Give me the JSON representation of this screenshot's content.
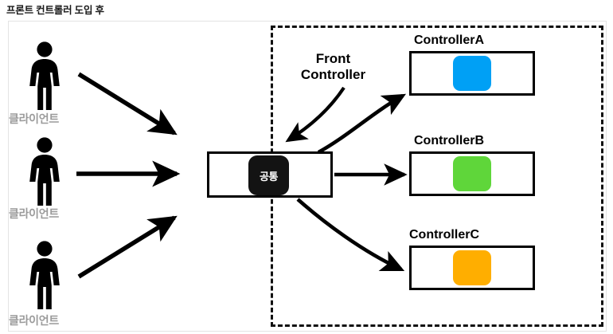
{
  "title": "프론트 컨트롤러 도입 후",
  "clients": [
    {
      "label": "클라이언트",
      "icon": "person-icon"
    },
    {
      "label": "클라이언트",
      "icon": "person-icon"
    },
    {
      "label": "클라이언트",
      "icon": "person-icon"
    }
  ],
  "front_controller": {
    "annotation_line1": "Front",
    "annotation_line2": "Controller",
    "chip_label": "공통",
    "chip_color": "#131313",
    "box_border_color": "#000000"
  },
  "server_region": {
    "border_style": "dashed",
    "border_color": "#111111"
  },
  "controllers": [
    {
      "title": "ControllerA",
      "chip_color": "#00A0F5"
    },
    {
      "title": "ControllerB",
      "chip_color": "#5FD63A"
    },
    {
      "title": "ControllerC",
      "chip_color": "#FFAE00"
    }
  ],
  "colors": {
    "client_label": "#9b9b9b",
    "stroke": "#000000",
    "background": "#ffffff",
    "outer_frame": "#e3e3e3"
  }
}
